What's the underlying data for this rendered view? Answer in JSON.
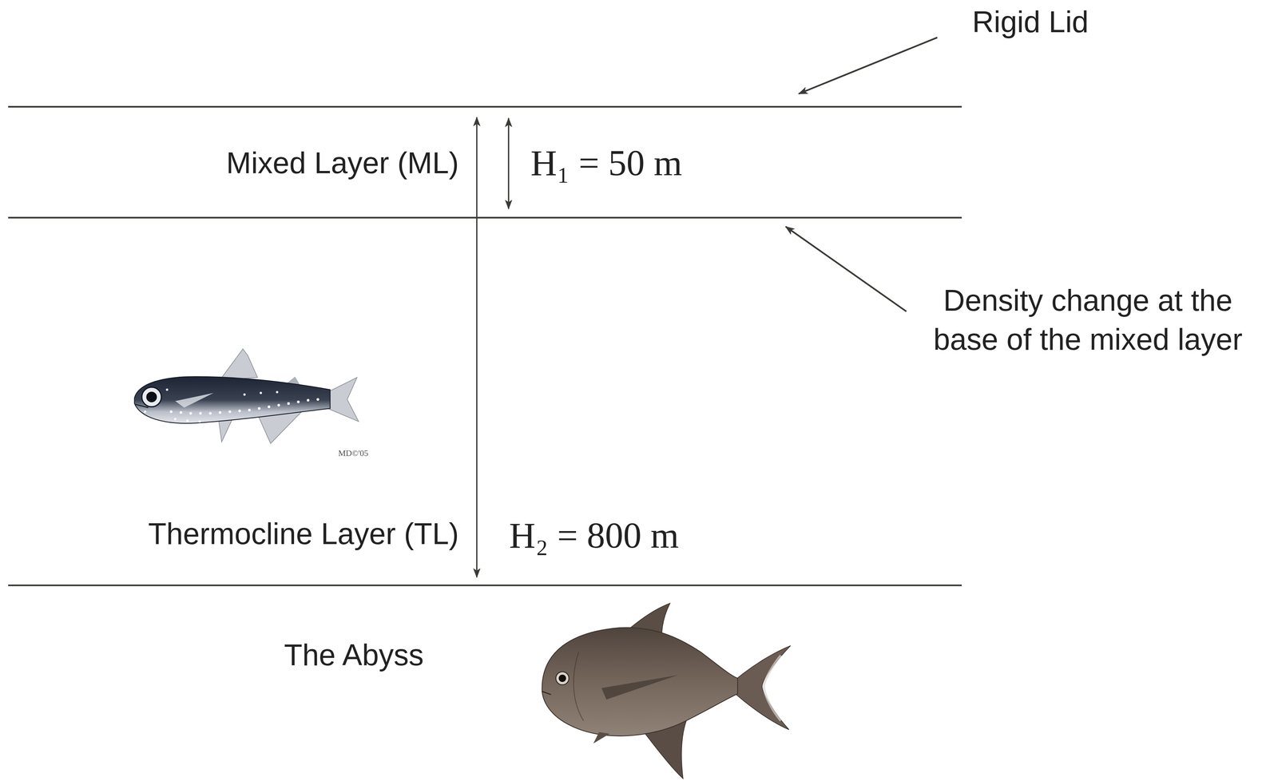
{
  "diagram": {
    "labels": [
      "Rigid Lid",
      "Mixed Layer (ML)",
      "H₁ = 50 m",
      "Density change at the base of the mixed layer",
      "Thermocline Layer (TL)",
      "H₂ = 800 m",
      "The Abyss",
      "MD©'05"
    ]
  }
}
